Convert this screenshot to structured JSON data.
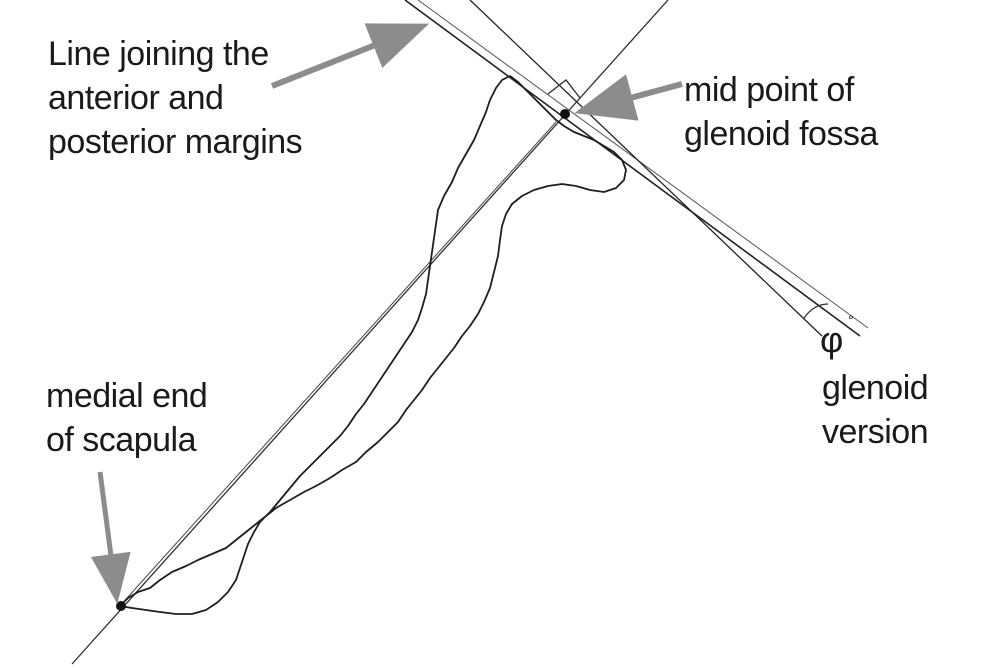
{
  "labels": {
    "line_joining": [
      "Line joining the",
      "anterior and",
      "posterior margins"
    ],
    "mid_point": [
      "mid point of",
      "glenoid fossa"
    ],
    "medial_end": [
      "medial end",
      "of scapula"
    ],
    "glenoid_version": [
      "glenoid",
      "version"
    ],
    "angle_symbol": "φ",
    "degree_symbol": "°"
  },
  "colors": {
    "line": "#222222",
    "arrow": "#8c8c8c",
    "text": "#1a1a1a"
  }
}
